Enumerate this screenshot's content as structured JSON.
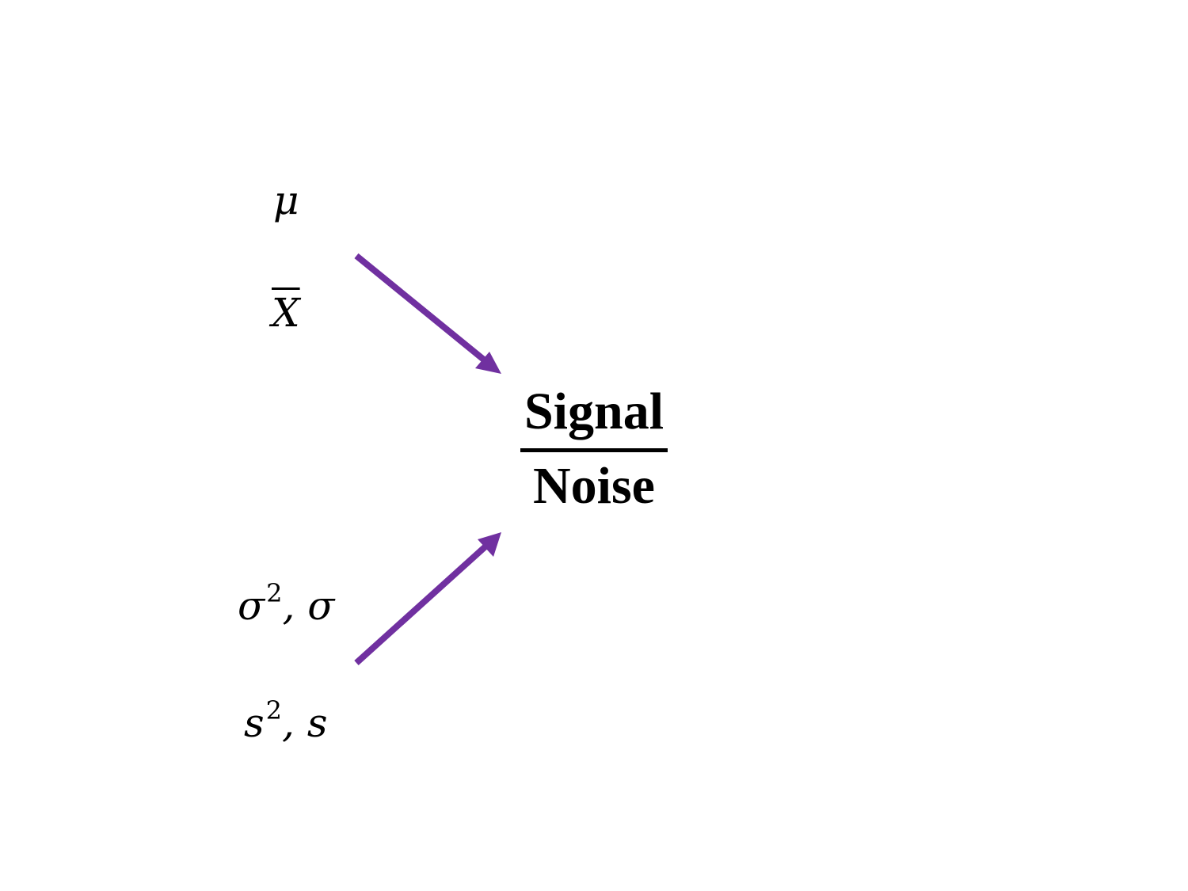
{
  "left_terms": {
    "mu": "μ",
    "xbar": "X",
    "sigma": {
      "base": "σ",
      "sup": "2",
      "rest": ", σ"
    },
    "s": {
      "base": "s",
      "sup": "2",
      "rest": ", s"
    }
  },
  "fraction": {
    "numerator": "Signal",
    "denominator": "Noise"
  },
  "colors": {
    "arrow": "#7030A0"
  }
}
